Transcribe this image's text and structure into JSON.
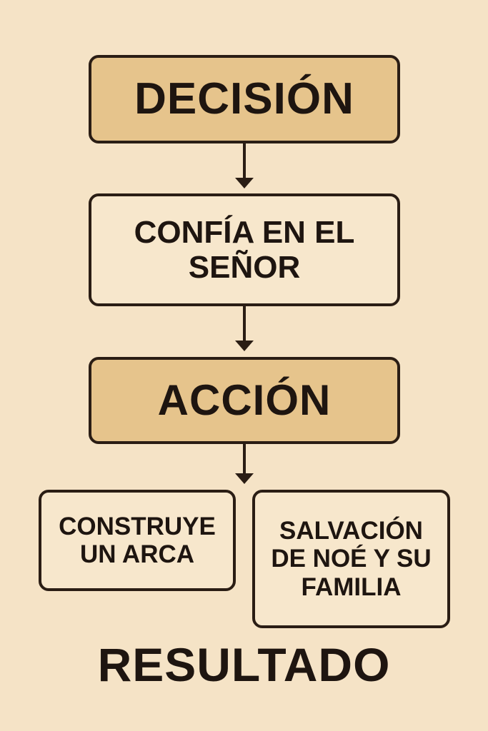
{
  "nodes": {
    "decision": "DECISIÓN",
    "trust": "CONFÍA EN EL SEÑOR",
    "action": "ACCIÓN",
    "build": "CONSTRUYE UN ARCA",
    "salvation": "SALVACIÓN DE NOÉ Y SU FAMILIA"
  },
  "result_label": "RESULTADO",
  "colors": {
    "background": "#f5e3c6",
    "highlight_box": "#e6c48c",
    "plain_box": "#f7e7cc",
    "stroke": "#2a1d14"
  }
}
